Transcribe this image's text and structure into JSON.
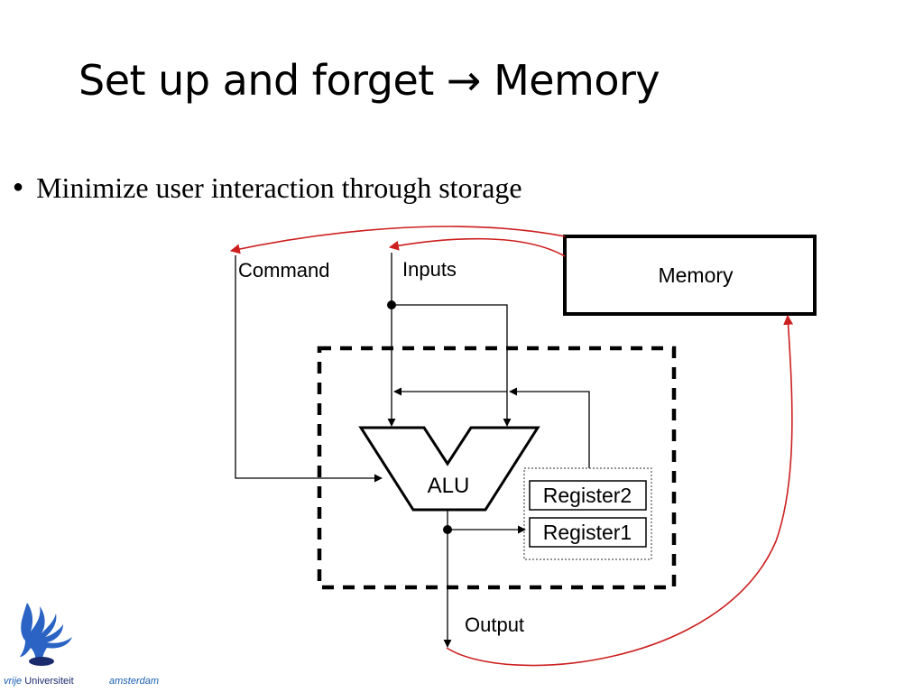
{
  "slide": {
    "title": "Set up and forget → Memory",
    "bullets": [
      "Minimize user interaction through storage"
    ]
  },
  "diagram": {
    "labels": {
      "memory": "Memory",
      "command": "Command",
      "inputs": "Inputs",
      "alu": "ALU",
      "register2": "Register2",
      "register1": "Register1",
      "output": "Output"
    },
    "colors": {
      "feedback_arrow": "#cc1f1f",
      "wire": "#000000"
    }
  },
  "logo": {
    "word_vrije": "vrije",
    "word_universiteit": "Universiteit",
    "word_city": "amsterdam",
    "colors": {
      "accent": "#1a5fb0",
      "dark": "#1a2a6c"
    }
  }
}
